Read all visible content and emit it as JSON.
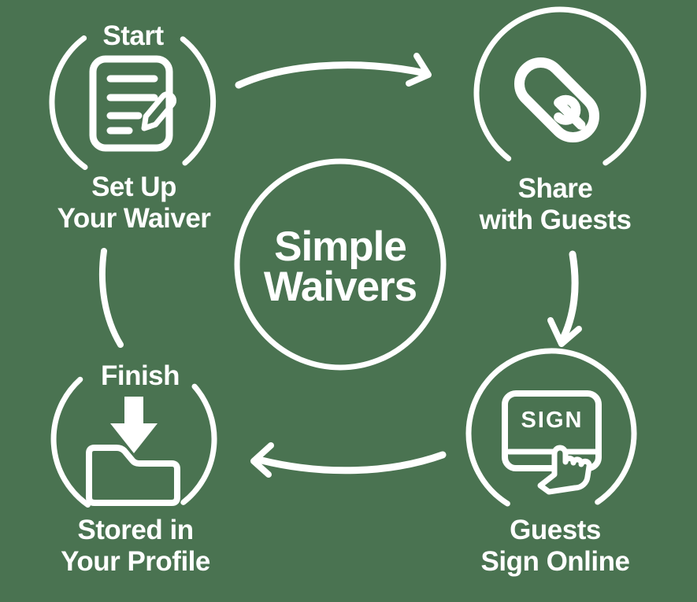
{
  "diagram": {
    "colors": {
      "background": "#4a7351",
      "foreground": "#ffffff"
    },
    "center_badge": {
      "line1": "Simple",
      "line2": "Waivers"
    },
    "steps": [
      {
        "position": "top-left",
        "stage_label": "Start",
        "icon": "document-pencil-icon",
        "label_line1": "Set Up",
        "label_line2": "Your Waiver"
      },
      {
        "position": "top-right",
        "icon": "chain-link-icon",
        "label_line1": "Share",
        "label_line2": "with Guests"
      },
      {
        "position": "bottom-right",
        "icon": "sign-touch-screen-icon",
        "icon_text": "SIGN",
        "label_line1": "Guests",
        "label_line2": "Sign Online"
      },
      {
        "position": "bottom-left",
        "stage_label": "Finish",
        "icon": "folder-download-icon",
        "label_line1": "Stored in",
        "label_line2": "Your Profile"
      }
    ],
    "flow": [
      {
        "from": "Set Up Your Waiver",
        "to": "Share with Guests",
        "style": "curved-arrow"
      },
      {
        "from": "Share with Guests",
        "to": "Guests Sign Online",
        "style": "curved-arrow"
      },
      {
        "from": "Guests Sign Online",
        "to": "Stored in Your Profile",
        "style": "curved-arrow"
      },
      {
        "from": "Stored in Your Profile",
        "to": "Set Up Your Waiver",
        "style": "curved-line"
      }
    ]
  }
}
